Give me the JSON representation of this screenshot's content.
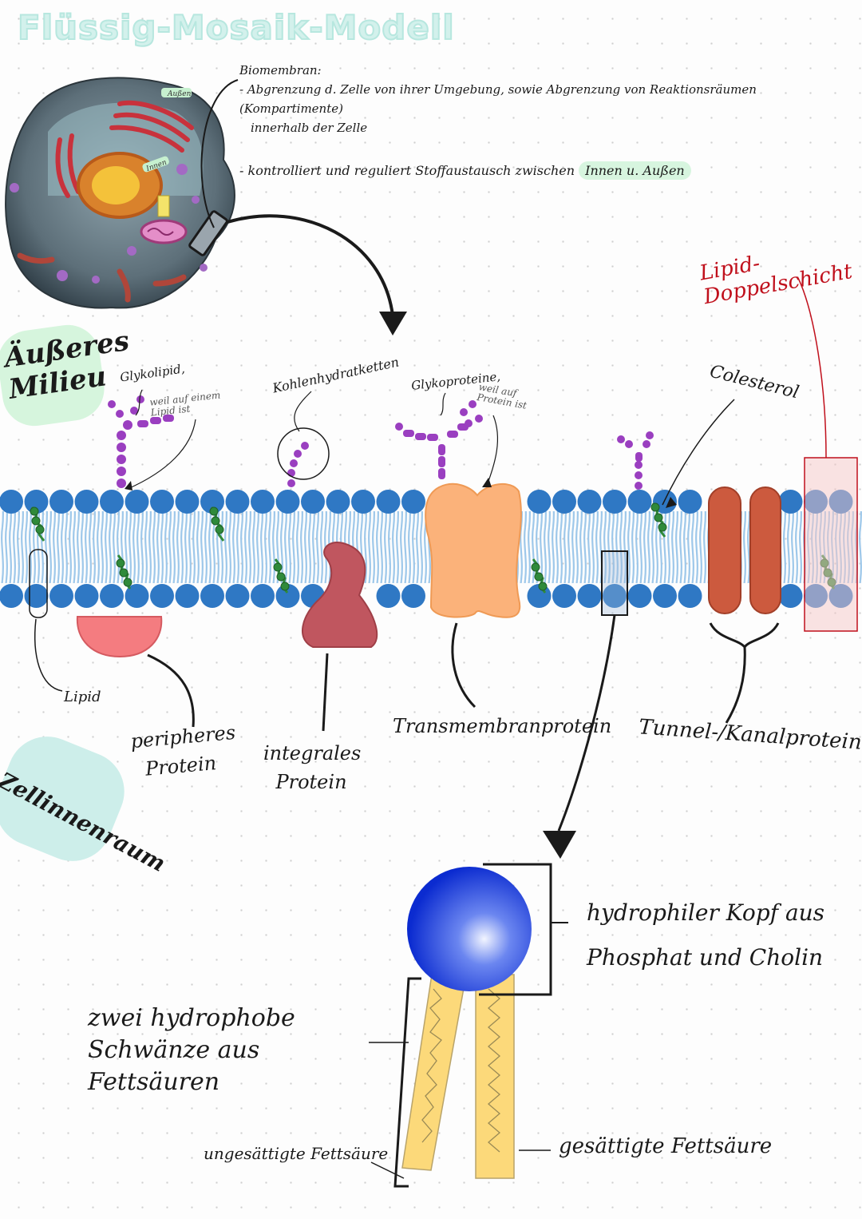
{
  "title": "Flüssig-Mosaik-Modell",
  "intro": {
    "heading": "Biomembran:",
    "line1": "- Abgrenzung d. Zelle von ihrer Umgebung, sowie Abgrenzung von Reaktionsräumen (Kompartimente)",
    "line2": "innerhalb der Zelle",
    "line3_prefix": "- kontrolliert und reguliert Stoffaustausch zwischen",
    "line3_highlight": "Innen u. Außen"
  },
  "cell_labels": {
    "outside": "Außen",
    "inside": "Innen"
  },
  "sides": {
    "outer": "Äußeres Milieu",
    "inner": "Zellinnenraum"
  },
  "labels": {
    "lipid_bilayer": "Lipid-Doppelschicht",
    "glycolipid": "Glykolipid,",
    "glycolipid_note": "weil auf einem Lipid ist",
    "carbohydrate_chains": "Kohlenhydratketten",
    "glycoproteins": "Glykoproteine,",
    "glycoprotein_note": "weil auf Protein ist",
    "cholesterol": "Colesterol",
    "lipid": "Lipid",
    "peripheral_protein": "peripheres Protein",
    "integral_protein": "integrales Protein",
    "transmembrane_protein": "Transmembranprotein",
    "channel_protein": "Tunnel-/Kanalprotein",
    "head": "hydrophiler Kopf aus Phosphat und Cholin",
    "tails": "zwei hydrophobe Schwänze aus Fettsäuren",
    "unsaturated": "ungesättigte Fettsäure",
    "saturated": "gesättigte Fettsäure"
  },
  "colors": {
    "head_blue": "#2f78c4",
    "tail_blue": "#9ec8ea",
    "glyco_purple": "#9a3fc0",
    "peripheral": "#f47c80",
    "integral": "#c0565f",
    "transmembrane": "#fbb27a",
    "channel": "#cc5a3e",
    "cholesterol": "#2f8a3a",
    "red_note": "#c0101c"
  }
}
